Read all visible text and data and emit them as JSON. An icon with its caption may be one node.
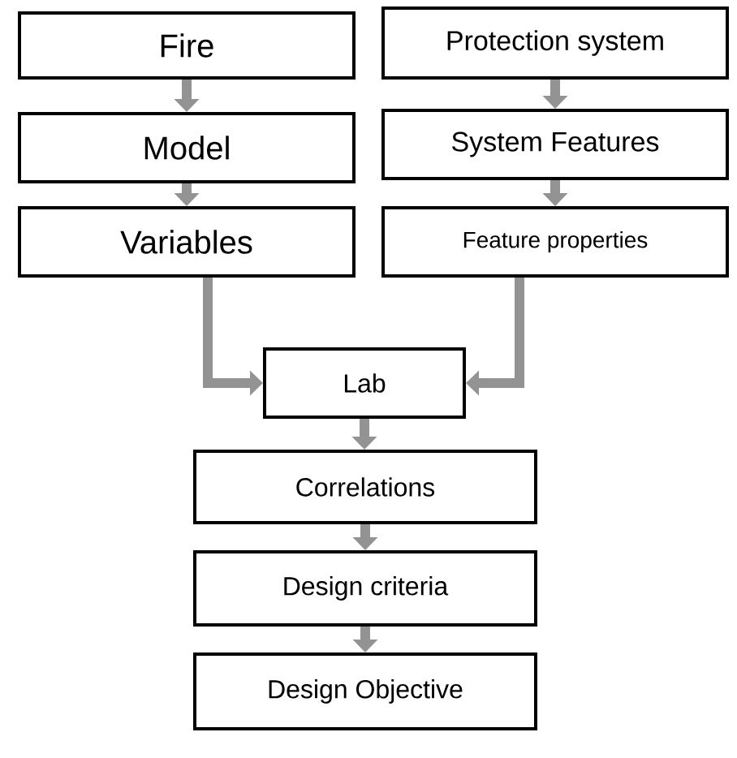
{
  "diagram": {
    "nodes": [
      {
        "text": [
          "Fire"
        ]
      },
      {
        "text": [
          "Model"
        ]
      },
      {
        "text": [
          "Variables"
        ]
      },
      {
        "text": [
          "Protection system"
        ]
      },
      {
        "text": [
          "System Features"
        ]
      },
      {
        "text": [
          "Feature properties"
        ]
      },
      {
        "text": [
          "Lab"
        ]
      },
      {
        "text": [
          "Correlations"
        ]
      },
      {
        "text": [
          "Design criteria"
        ]
      },
      {
        "text": [
          "Design Objective"
        ]
      }
    ],
    "edges": [
      {
        "from": 0,
        "to": 1,
        "arrow": "to"
      },
      {
        "from": 1,
        "to": 2,
        "arrow": "to"
      },
      {
        "from": 3,
        "to": 4,
        "arrow": "to"
      },
      {
        "from": 4,
        "to": 5,
        "arrow": "to"
      },
      {
        "from": 2,
        "to": 6,
        "arrow": "to"
      },
      {
        "from": 5,
        "to": 6,
        "arrow": "to"
      },
      {
        "from": 6,
        "to": 7,
        "arrow": "to"
      },
      {
        "from": 7,
        "to": 8,
        "arrow": "to"
      },
      {
        "from": 8,
        "to": 9,
        "arrow": "to"
      }
    ]
  }
}
